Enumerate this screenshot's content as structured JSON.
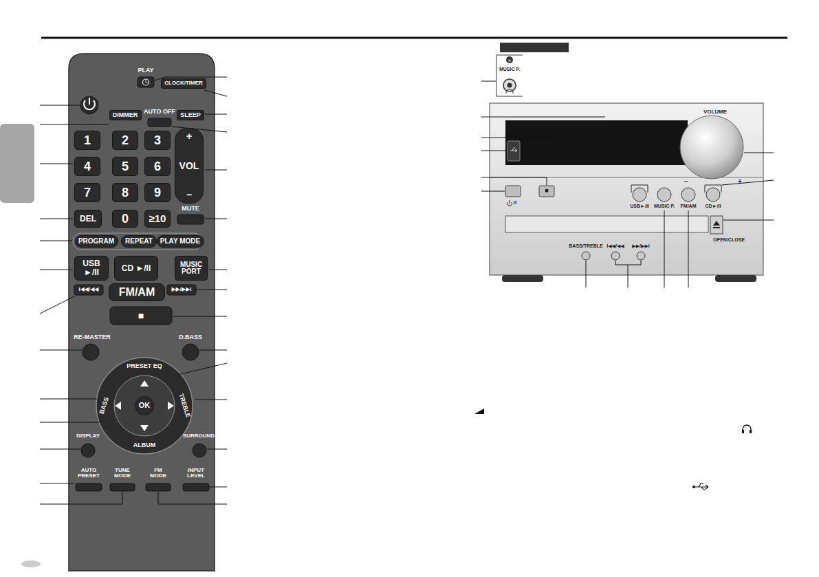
{
  "diagram": {
    "nodes": [
      {
        "text": [
          "CLOCK/TIMER"
        ]
      },
      {
        "text": [
          "DIMMER"
        ]
      },
      {
        "text": [
          "SLEEP"
        ]
      },
      {
        "text": [
          "1"
        ]
      },
      {
        "text": [
          "2"
        ]
      },
      {
        "text": [
          "3"
        ]
      },
      {
        "text": [
          "4"
        ]
      },
      {
        "text": [
          "5"
        ]
      },
      {
        "text": [
          "6"
        ]
      },
      {
        "text": [
          "7"
        ]
      },
      {
        "text": [
          "8"
        ]
      },
      {
        "text": [
          "9"
        ]
      },
      {
        "text": [
          "0"
        ]
      },
      {
        "text": [
          "≥10"
        ]
      },
      {
        "text": [
          "+",
          "VOL",
          "−"
        ]
      },
      {
        "text": [
          "DEL"
        ]
      },
      {
        "text": [
          "PROGRAM"
        ]
      },
      {
        "text": [
          "REPEAT"
        ]
      },
      {
        "text": [
          "PLAY MODE"
        ]
      },
      {
        "text": [
          "USB ►/II"
        ]
      },
      {
        "text": [
          "CD ►/II"
        ]
      },
      {
        "text": [
          "MUSIC PORT"
        ]
      },
      {
        "text": [
          "FM/AM"
        ]
      },
      {
        "text": [
          "OK"
        ]
      }
    ],
    "labels": [
      "PLAY",
      "AUTO OFF",
      "MUTE",
      "I◀◀/◀◀",
      "▶▶/▶▶I",
      "■",
      "RE-MASTER",
      "D.BASS",
      "PRESET EQ",
      "BASS",
      "TREBLE",
      "ALBUM",
      "DISPLAY",
      "SURROUND",
      "AUTO PRESET",
      "TUNE MODE",
      "FM MODE",
      "INPUT LEVEL",
      "MUSIC P.",
      "VOLUME",
      "−",
      "+",
      "■",
      "/I",
      "USB►/II",
      "MUSIC P.",
      "FM/AM",
      "CD►/II",
      "OPEN/CLOSE",
      "BASS/TREBLE",
      "I◀◀/◀◀",
      "▶▶/▶▶I"
    ]
  }
}
